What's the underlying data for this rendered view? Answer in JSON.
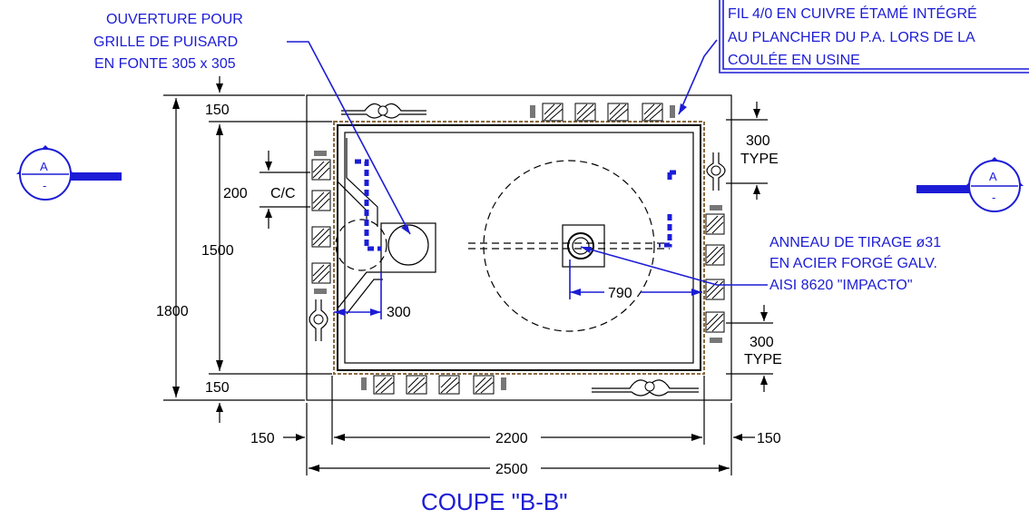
{
  "notes": {
    "grate_line1": "OUVERTURE POUR",
    "grate_line2": "GRILLE DE PUISARD",
    "grate_line3": "EN FONTE 305 x 305",
    "copper_line1": "FIL 4/0 EN CUIVRE ÉTAMÉ INTÉGRÉ",
    "copper_line2": "AU PLANCHER DU P.A. LORS DE LA",
    "copper_line3": "COULÉE EN USINE",
    "ring_line1": "ANNEAU DE TIRAGE ø31",
    "ring_line2": "EN ACIER FORGÉ GALV.",
    "ring_line3": "AISI 8620 \"IMPACTO\""
  },
  "dimensions": {
    "top_wall": "150",
    "bottom_wall": "150",
    "inner_height": "1500",
    "total_height": "1800",
    "cc_spacing": "200",
    "cc_suffix": "C/C",
    "sump_offset": "300",
    "ring_offset": "790",
    "type_top_value": "300",
    "type_top_label": "TYPE",
    "type_bottom_value": "300",
    "type_bottom_label": "TYPE",
    "left_wall": "150",
    "right_wall": "150",
    "inner_width": "2200",
    "total_width": "2500"
  },
  "section_markers": {
    "left_letter": "A",
    "left_sheet": "-",
    "right_letter": "A",
    "right_sheet": "-"
  },
  "title": "COUPE \"B-B\"",
  "colors": {
    "annotation": "#1c1cd6",
    "linework": "#000000",
    "copper_wire": "#8a6a40"
  }
}
